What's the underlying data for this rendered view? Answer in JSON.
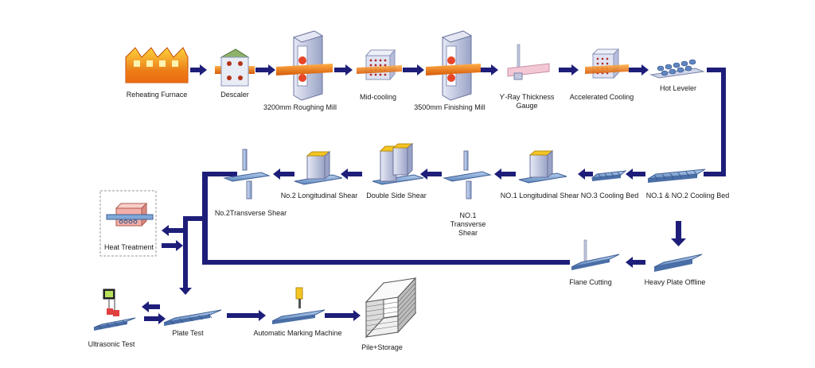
{
  "colors": {
    "flow_line": "#1e1e7a",
    "steel_hot": "#f07c14",
    "steel_plate": "#7fa8d8",
    "machine": "#c9cfe8",
    "machine_dark": "#8a93b8",
    "furnace": "#f4a614",
    "furnace_dark": "#e05a0c",
    "accent_yellow": "#f5c623"
  },
  "stations": {
    "reheating_furnace": "Reheating Furnace",
    "descaler": "Descaler",
    "roughing_mill": "3200mm Roughing Mill",
    "mid_cooling": "Mid-cooling",
    "finishing_mill": "3500mm Finishing Mill",
    "xray_gauge": "Ƴ-Ray Thickness Gauge",
    "accelerated_cooling": "Accelerated Cooling",
    "hot_leveler": "Hot Leveler",
    "cooling_bed_12": "NO.1 & NO.2 Cooling Bed",
    "cooling_bed_3": "NO.3 Cooling Bed",
    "long_shear_1": "NO.1 Longitudinal Shear",
    "transverse_shear_1": "NO.1 Transverse Shear",
    "double_side_shear": "Double Side Shear",
    "long_shear_2": "No.2 Longitudinal  Shear",
    "transverse_shear_2": "No.2Transverse Shear",
    "heat_treatment": "Heat Treatment",
    "heavy_plate_offline": "Heavy Plate Offline",
    "flame_cutting": "Flane Cutting",
    "ultrasonic_test": "Ultrasonic Test",
    "plate_test": "Plate Test",
    "marking_machine": "Automatic Marking Machine",
    "pile_storage": "Pile+Storage"
  },
  "icons": {
    "furnace": "furnace-icon",
    "descaler": "descaler-icon",
    "mill": "rolling-mill-icon",
    "cooling": "cooling-box-icon",
    "gauge": "thickness-gauge-icon",
    "leveler": "leveler-rollers-icon",
    "cooling_bed": "cooling-bed-icon",
    "shear": "shear-icon",
    "heat_treatment": "heat-treatment-icon",
    "plate": "steel-plate-icon",
    "flame_cutter": "flame-cutter-icon",
    "ultrasonic": "ultrasonic-tester-icon",
    "marking": "marking-machine-icon",
    "pile": "plate-pile-icon"
  }
}
